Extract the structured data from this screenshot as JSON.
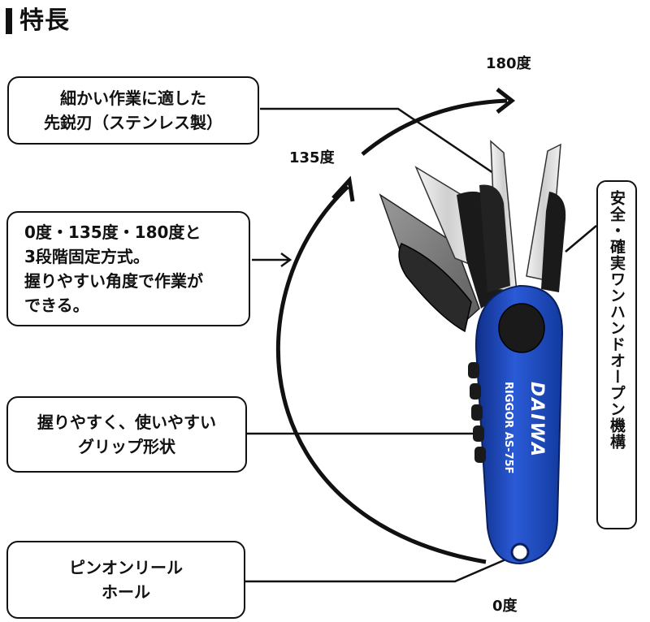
{
  "heading": "特長",
  "angles": {
    "deg180": "180度",
    "deg135": "135度",
    "deg0": "0度"
  },
  "callouts": {
    "blade": [
      "細かい作業に適した",
      "先鋭刃（ステンレス製）"
    ],
    "lock": [
      "0度・135度・180度と",
      "3段階固定方式。",
      "握りやすい角度で作業が",
      "できる。"
    ],
    "grip": [
      "握りやすく、使いやすい",
      "グリップ形状"
    ],
    "pinhole": [
      "ピンオンリール",
      "ホール"
    ]
  },
  "side_label": "安全・確実ワンハンドオープン機構",
  "product": {
    "brand_logo": "DAIWA",
    "model": "RIGGOR AS-75F"
  },
  "colors": {
    "handle_blue": "#1b47b8",
    "blade_steel": "#dcdcdc",
    "rubber_black": "#1a1a1a"
  }
}
